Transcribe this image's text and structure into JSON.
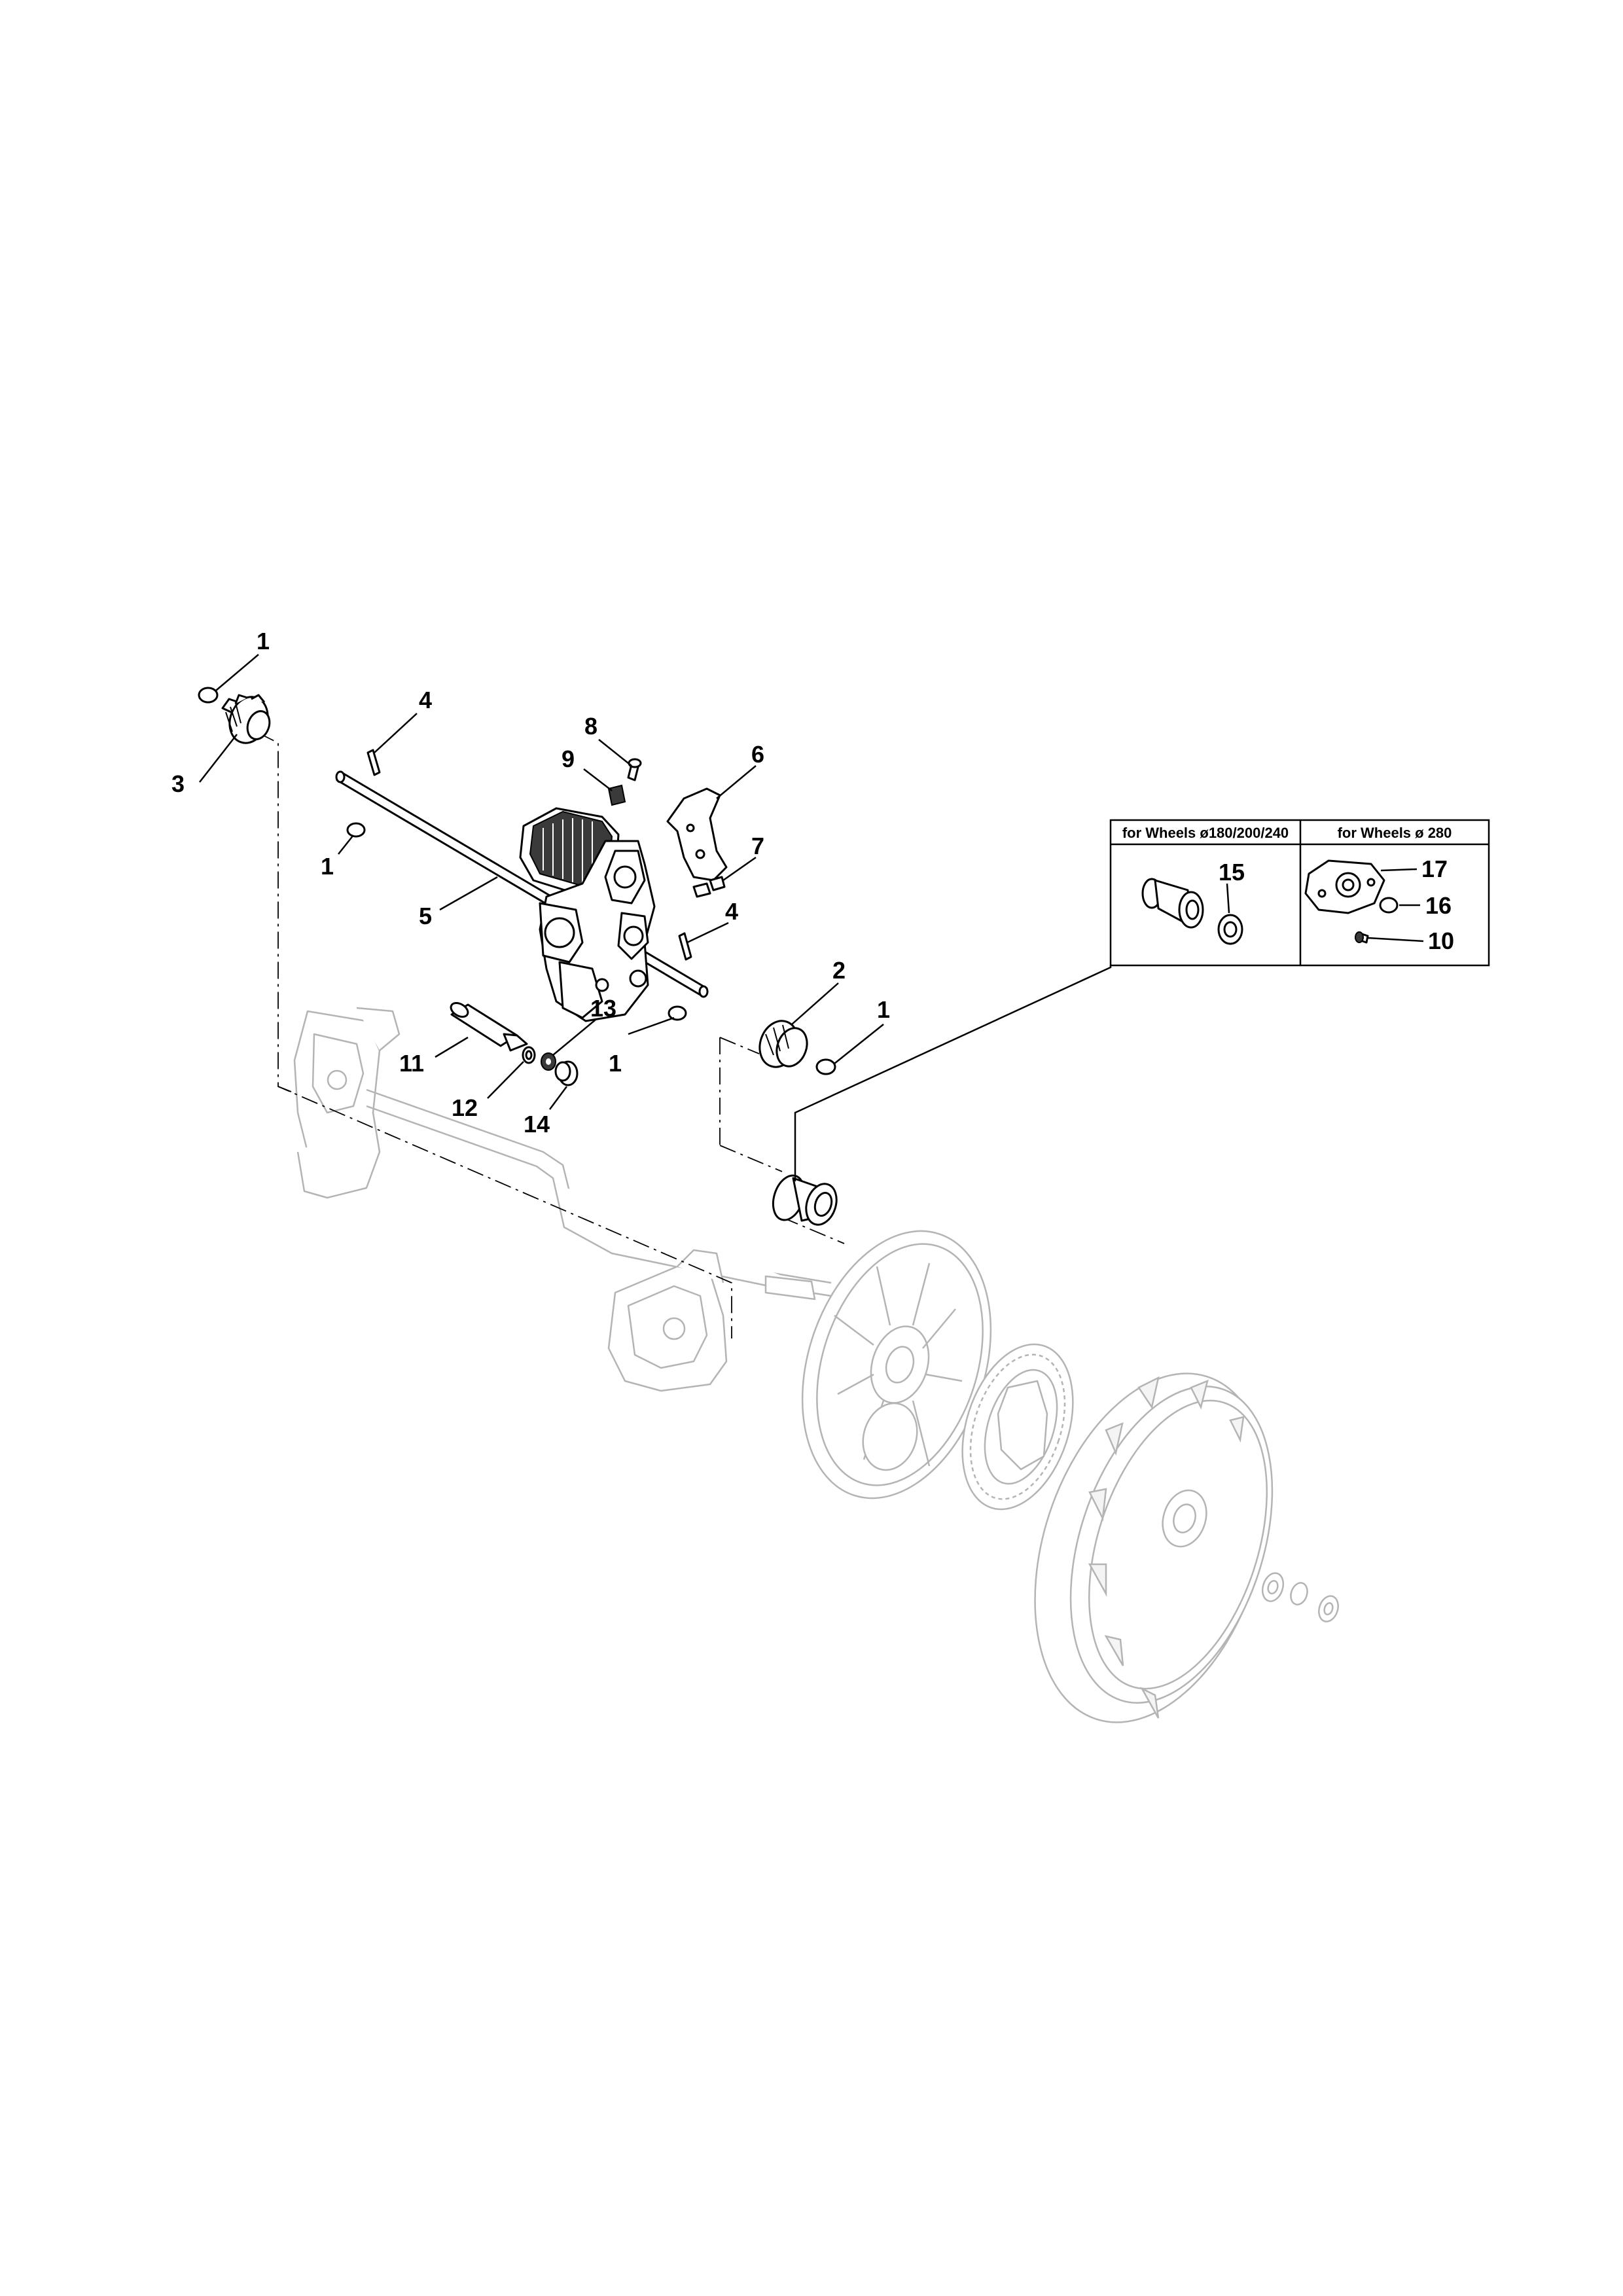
{
  "callouts": {
    "c1a": "1",
    "c1b": "1",
    "c1c": "1",
    "c1d": "1",
    "c2": "2",
    "c3": "3",
    "c4a": "4",
    "c4b": "4",
    "c5": "5",
    "c6": "6",
    "c7": "7",
    "c8": "8",
    "c9": "9",
    "c10": "10",
    "c11": "11",
    "c12": "12",
    "c13": "13",
    "c14": "14",
    "c15": "15",
    "c16": "16",
    "c17": "17"
  },
  "inset": {
    "left_title": "for Wheels ø180/200/240",
    "right_title": "for Wheels ø 280"
  },
  "colors": {
    "line": "#000000",
    "ghost": "#b4b4b4",
    "background": "#ffffff"
  }
}
